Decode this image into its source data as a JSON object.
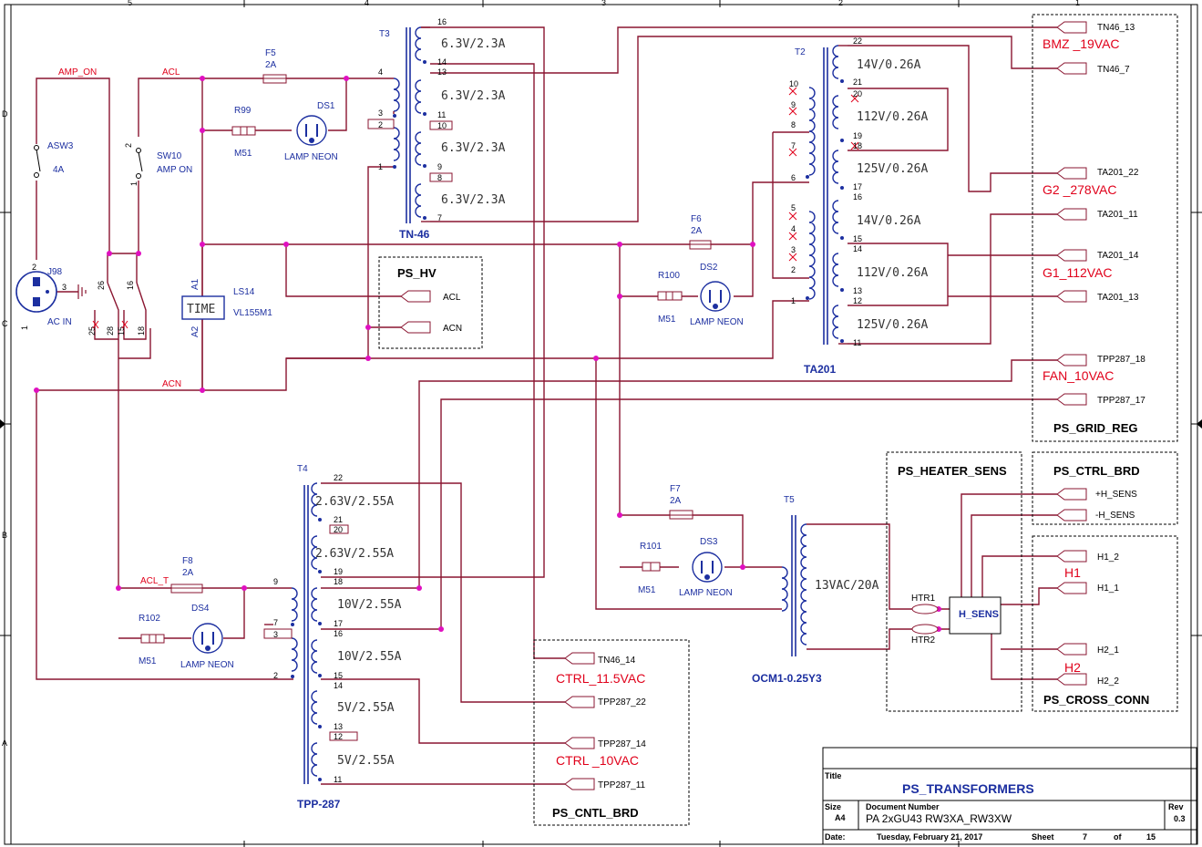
{
  "title_block": {
    "title_label": "Title",
    "title": "PS_TRANSFORMERS",
    "size_label": "Size",
    "size": "A4",
    "docnum_label": "Document Number",
    "docnum": "PA 2xGU43 RW3XA_RW3XW",
    "rev_label": "Rev",
    "rev": "0.3",
    "date_label": "Date:",
    "date": "Tuesday, February 21, 2017",
    "sheet_label": "Sheet",
    "sheet": "7",
    "of_label": "of",
    "sheet_total": "15"
  },
  "frame_marks": {
    "top": [
      "5",
      "4",
      "3",
      "2",
      "1"
    ],
    "left": [
      "D",
      "C",
      "B",
      "A"
    ]
  },
  "nets": {
    "amp_on": "AMP_ON",
    "acl": "ACL",
    "acn": "ACN",
    "acl_t": "ACL_T"
  },
  "left_parts": {
    "asw3": "ASW3",
    "asw3_val": "4A",
    "sw10": "SW10",
    "sw10_val": "AMP ON",
    "j98": "J98",
    "j98_val": "AC IN",
    "ls14": "LS14",
    "ls14_val": "VL155M1",
    "timer_text": "TIME",
    "a1": "A1",
    "a2": "A2",
    "f5": "F5",
    "f5_val": "2A",
    "r99": "R99",
    "r99_val": "M51",
    "ds1": "DS1",
    "ds1_val": "LAMP NEON",
    "f8": "F8",
    "f8_val": "2A",
    "r102": "R102",
    "r102_val": "M51",
    "ds4": "DS4",
    "ds4_val": "LAMP NEON"
  },
  "t3": {
    "ref": "T3",
    "name": "TN-46",
    "windings": [
      "6.3V/2.3A",
      "6.3V/2.3A",
      "6.3V/2.3A",
      "6.3V/2.3A"
    ],
    "sec_pins": [
      "16",
      "14",
      "13",
      "11",
      "10",
      "9",
      "8",
      "7"
    ],
    "pri_pins": [
      "4",
      "3",
      "2",
      "1"
    ]
  },
  "t2": {
    "ref": "T2",
    "name": "TA201",
    "windings": [
      "14V/0.26A",
      "112V/0.26A",
      "125V/0.26A",
      "14V/0.26A",
      "112V/0.26A",
      "125V/0.26A"
    ],
    "sec_pins": [
      "22",
      "21",
      "20",
      "19",
      "18",
      "17",
      "16",
      "15",
      "14",
      "13",
      "12",
      "11"
    ],
    "pri_pins": [
      "10",
      "9",
      "8",
      "7",
      "6",
      "5",
      "4",
      "3",
      "2",
      "1"
    ]
  },
  "t4": {
    "ref": "T4",
    "name": "TPP-287",
    "windings": [
      "2.63V/2.55A",
      "2.63V/2.55A",
      "10V/2.55A",
      "10V/2.55A",
      "5V/2.55A",
      "5V/2.55A"
    ],
    "sec_pins": [
      "22",
      "21",
      "20",
      "19",
      "18",
      "17",
      "16",
      "15",
      "14",
      "13",
      "12",
      "11"
    ],
    "pri_pins": [
      "9",
      "7",
      "3",
      "2"
    ]
  },
  "t5": {
    "ref": "T5",
    "name": "OCM1-0.25Y3",
    "winding": "13VAC/20A"
  },
  "mid_parts": {
    "f6": "F6",
    "f6_val": "2A",
    "r100": "R100",
    "r100_val": "M51",
    "ds2": "DS2",
    "ds2_val": "LAMP NEON",
    "f7": "F7",
    "f7_val": "2A",
    "r101": "R101",
    "r101_val": "M51",
    "ds3": "DS3",
    "ds3_val": "LAMP NEON",
    "htr1": "HTR1",
    "htr2": "HTR2",
    "hsens": "H_SENS"
  },
  "blocks": {
    "ps_hv": "PS_HV",
    "ps_grid_reg": "PS_GRID_REG",
    "ps_heater_sens": "PS_HEATER_SENS",
    "ps_ctrl_brd": "PS_CTRL_BRD",
    "ps_cross_conn": "PS_CROSS_CONN",
    "ps_cntl_brd": "PS_CNTL_BRD"
  },
  "ports": {
    "hv_acl": "ACL",
    "hv_acn": "ACN",
    "tn46_13": "TN46_13",
    "tn46_7": "TN46_7",
    "bmz": "BMZ _19VAC",
    "ta201_22": "TA201_22",
    "g2": "G2 _278VAC",
    "ta201_11": "TA201_11",
    "ta201_14": "TA201_14",
    "g1": "G1_112VAC",
    "ta201_13": "TA201_13",
    "tpp287_18": "TPP287_18",
    "fan": "FAN_10VAC",
    "tpp287_17": "TPP287_17",
    "h_sens_p": "+H_SENS",
    "h_sens_n": "-H_SENS",
    "h1_2": "H1_2",
    "h1": "H1",
    "h1_1": "H1_1",
    "h2_1": "H2_1",
    "h2": "H2",
    "h2_2": "H2_2",
    "tn46_14": "TN46_14",
    "ctrl_115": "CTRL_11.5VAC",
    "tpp287_22": "TPP287_22",
    "tpp287_14": "TPP287_14",
    "ctrl_10": "CTRL _10VAC",
    "tpp287_11": "TPP287_11"
  }
}
